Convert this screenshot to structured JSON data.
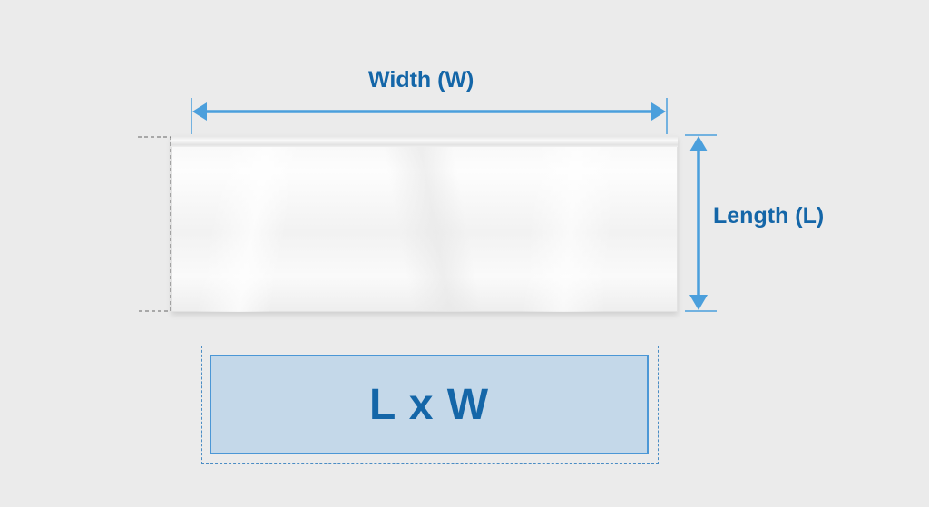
{
  "diagram": {
    "width_label": "Width (W)",
    "length_label": "Length (L)",
    "formula": "L x W",
    "colors": {
      "background": "#ebebeb",
      "label_text": "#1466a8",
      "arrow": "#4b9fdc",
      "result_fill": "#c4d8e9",
      "result_border": "#4b97d6",
      "dashed_guides": "#666666"
    }
  }
}
